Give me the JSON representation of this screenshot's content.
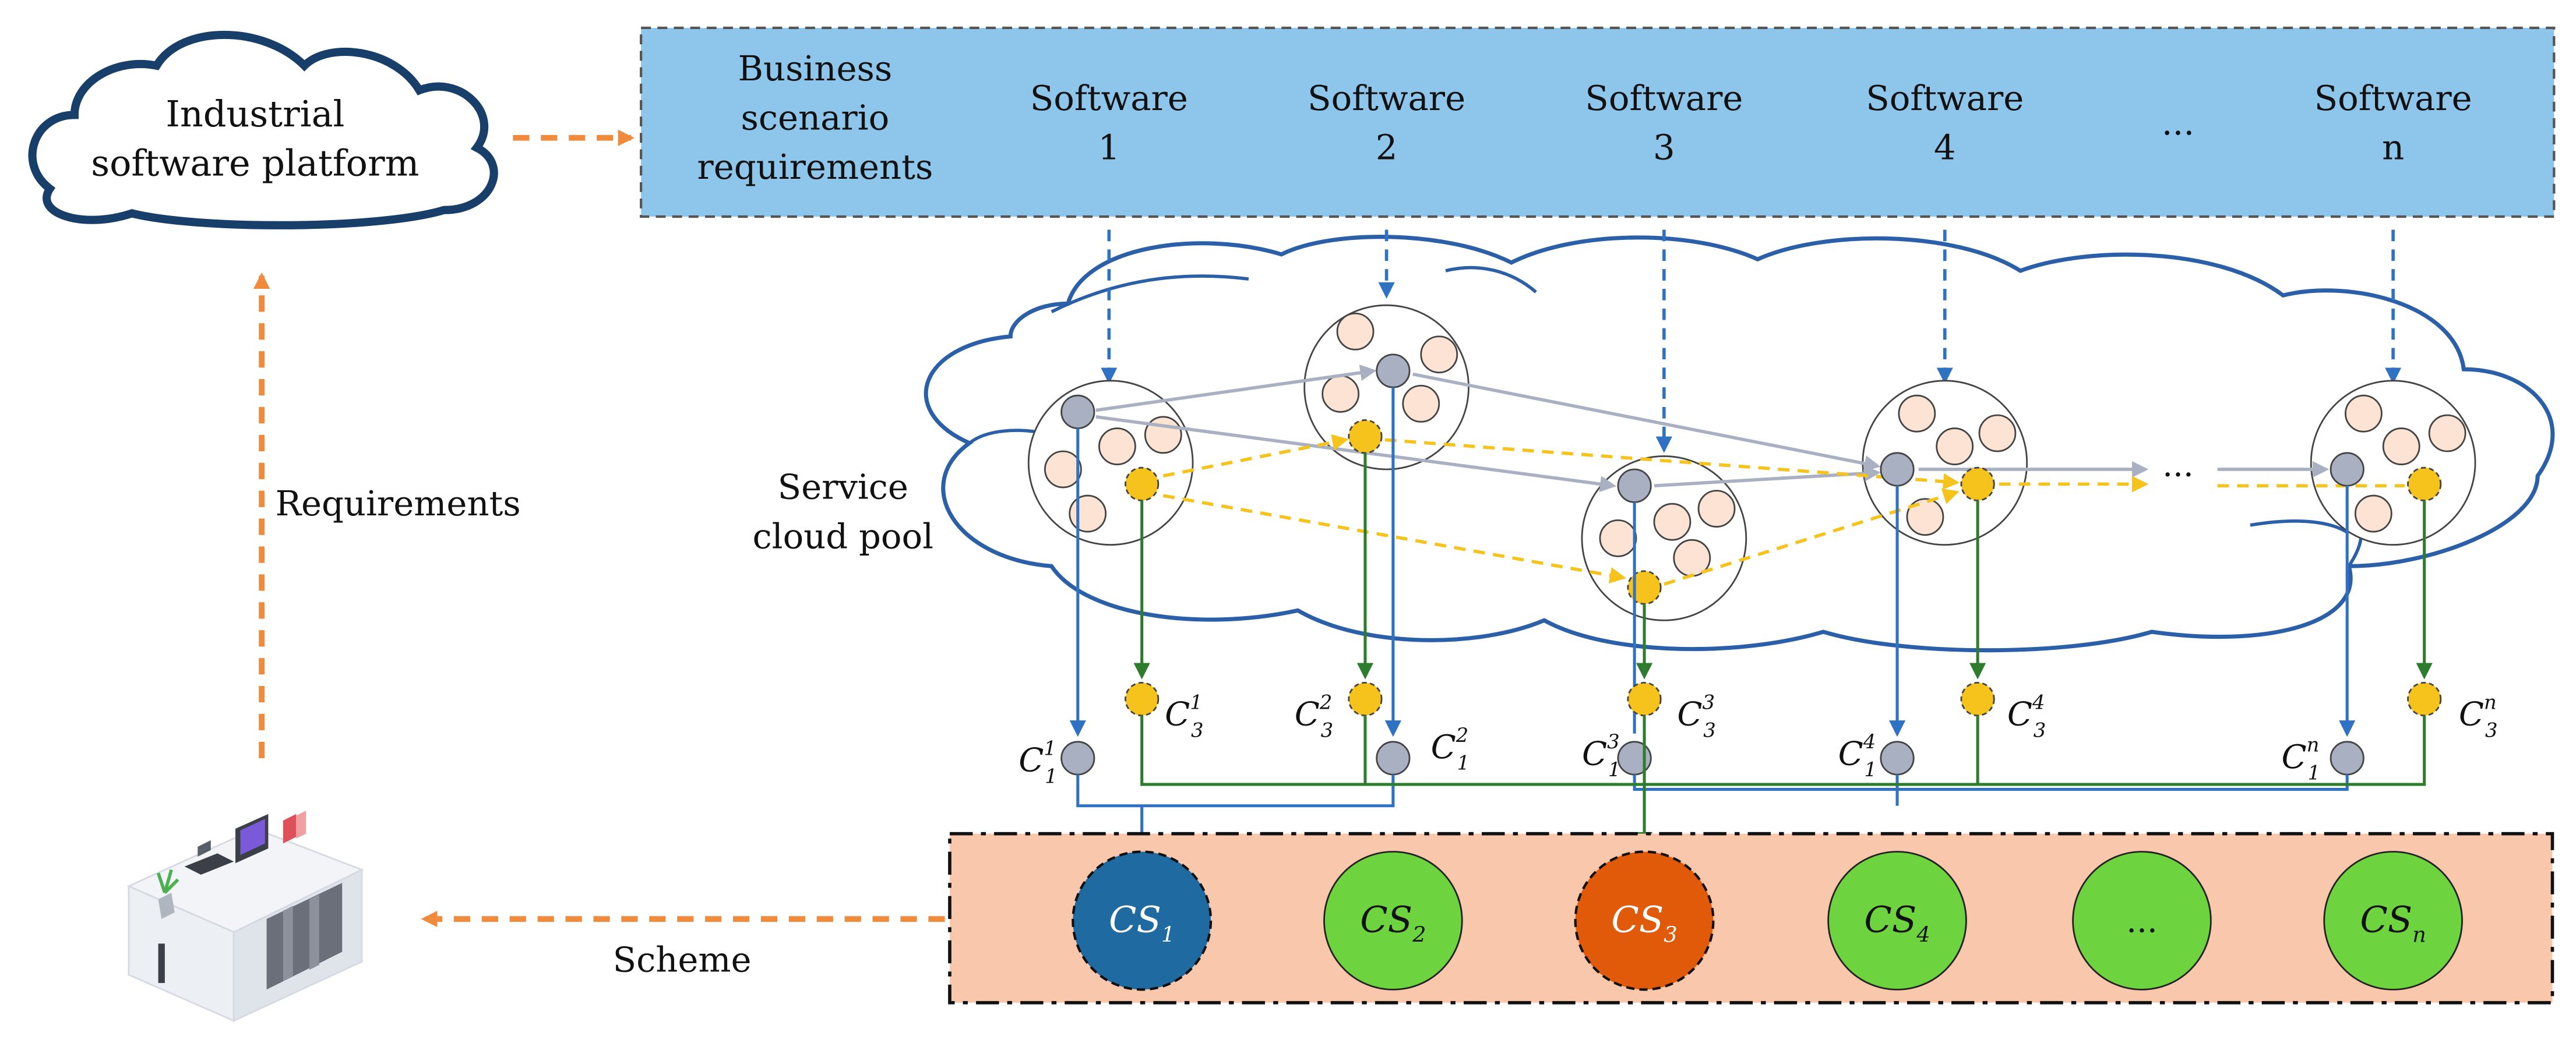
{
  "platform": {
    "line1": "Industrial",
    "line2": "software platform"
  },
  "requirements_banner": {
    "business": [
      "Business",
      "scenario",
      "requirements"
    ],
    "software": [
      {
        "line1": "Software",
        "line2": "1"
      },
      {
        "line1": "Software",
        "line2": "2"
      },
      {
        "line1": "Software",
        "line2": "3"
      },
      {
        "line1": "Software",
        "line2": "4"
      },
      {
        "line1": "...",
        "line2": ""
      },
      {
        "line1": "Software",
        "line2": "n"
      }
    ]
  },
  "cloud_pool": {
    "line1": "Service",
    "line2": "cloud pool",
    "ellipsis": "..."
  },
  "left_arrow_label": "Requirements",
  "scheme_label": "Scheme",
  "candidates": [
    {
      "base": "C",
      "sub": "1",
      "sup": "1"
    },
    {
      "base": "C",
      "sub": "3",
      "sup": "1"
    },
    {
      "base": "C",
      "sub": "3",
      "sup": "2"
    },
    {
      "base": "C",
      "sub": "1",
      "sup": "2"
    },
    {
      "base": "C",
      "sub": "3",
      "sup": "3"
    },
    {
      "base": "C",
      "sub": "1",
      "sup": "3"
    },
    {
      "base": "C",
      "sub": "1",
      "sup": "4"
    },
    {
      "base": "C",
      "sub": "3",
      "sup": "4"
    },
    {
      "base": "C",
      "sub": "1",
      "sup": "n"
    },
    {
      "base": "C",
      "sub": "3",
      "sup": "n"
    }
  ],
  "schemes": [
    {
      "base": "CS",
      "sub": "1",
      "color": "#1f6aa0"
    },
    {
      "base": "CS",
      "sub": "2",
      "color": "#6dd43f"
    },
    {
      "base": "CS",
      "sub": "3",
      "color": "#e05a0a"
    },
    {
      "base": "CS",
      "sub": "4",
      "color": "#6dd43f"
    },
    {
      "base": "...",
      "sub": "",
      "color": "#6dd43f"
    },
    {
      "base": "CS",
      "sub": "n",
      "color": "#6dd43f"
    }
  ],
  "colors": {
    "banner": "#8ec5ea",
    "scheme_bar": "#f9c8ac",
    "orange_arrow": "#f08a3c",
    "blue_line": "#2f72c4",
    "green_line": "#2e7d2e",
    "yellow": "#f6c31c",
    "grey_node": "#a9b0c2",
    "peach_node": "#fde3d3",
    "cloud_outline": "#2b5fa8",
    "platform_cloud": "#173f6a"
  }
}
